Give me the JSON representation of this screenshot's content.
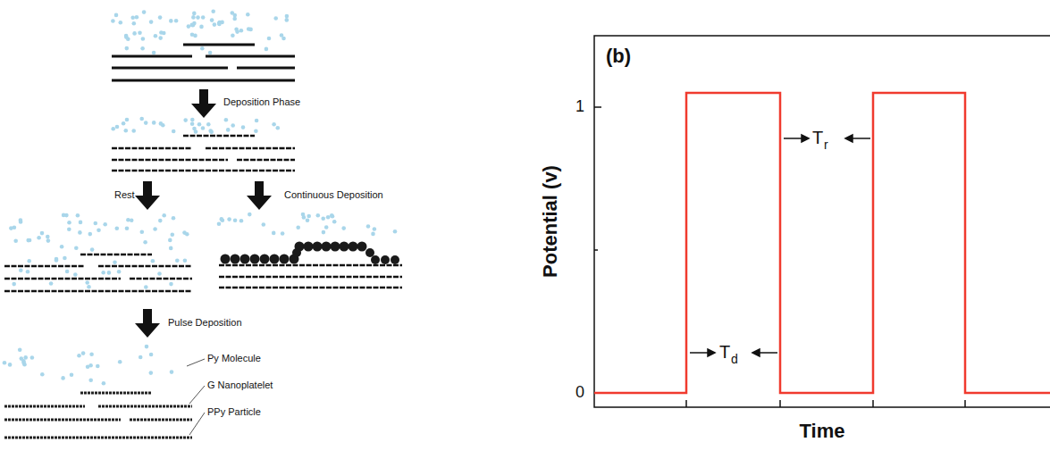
{
  "diagram": {
    "labels": [
      "Deposition Phase",
      "Rest",
      "Continuous Deposition",
      "Pulse Deposition",
      "Py Molecule",
      "G Nanoplatelet",
      "PPy Particle",
      "(b)",
      "1",
      "0",
      "Potential (v)",
      "Time",
      "T",
      "r",
      "T",
      "d"
    ]
  }
}
